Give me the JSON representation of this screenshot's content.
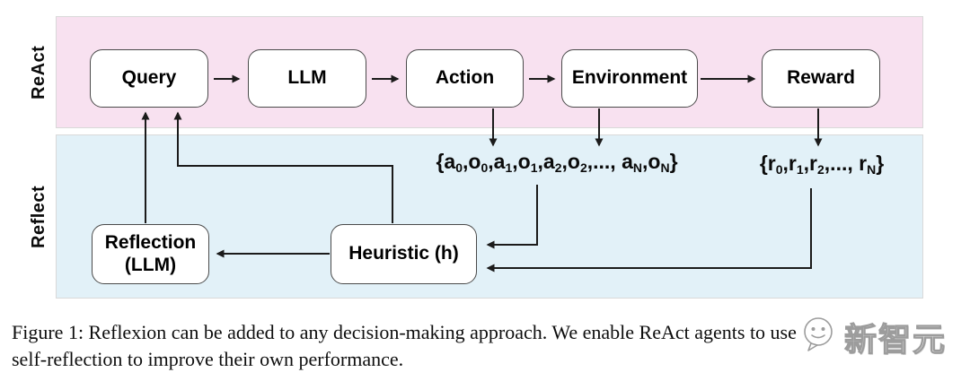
{
  "figure": {
    "bands": {
      "react": {
        "label": "ReAct",
        "fill": "#f8e1f0"
      },
      "reflect": {
        "label": "Reflect",
        "fill": "#e2f1f8"
      }
    },
    "nodes": {
      "query": {
        "label": "Query"
      },
      "llm": {
        "label": "LLM"
      },
      "action": {
        "label": "Action"
      },
      "environment": {
        "label": "Environment"
      },
      "reward": {
        "label": "Reward"
      },
      "reflection": {
        "label_line1": "Reflection",
        "label_line2": "(LLM)"
      },
      "heuristic": {
        "label": "Heuristic (h)"
      }
    },
    "annotations": {
      "trajectory_parts": [
        [
          "{a",
          "0"
        ],
        [
          ",o",
          "0"
        ],
        [
          ",a",
          "1"
        ],
        [
          ",o",
          "1"
        ],
        [
          ",a",
          "2"
        ],
        [
          ",o",
          "2"
        ],
        [
          ",..., a",
          "N"
        ],
        [
          ",o",
          "N"
        ],
        [
          "}",
          ""
        ]
      ],
      "reward_parts": [
        [
          "{r",
          "0"
        ],
        [
          ",r",
          "1"
        ],
        [
          ",r",
          "2"
        ],
        [
          ",..., r",
          "N"
        ],
        [
          "}",
          ""
        ]
      ]
    },
    "arrow_color": "#1b1b1b"
  },
  "caption": {
    "line1": "Figure 1: Reflexion can be added to any decision-making approach. We enable ReAct agents to use",
    "line2": "self-reflection to improve their own performance."
  },
  "watermark": {
    "text": "新智元",
    "icon": "wechat-speech-bubble-icon"
  }
}
